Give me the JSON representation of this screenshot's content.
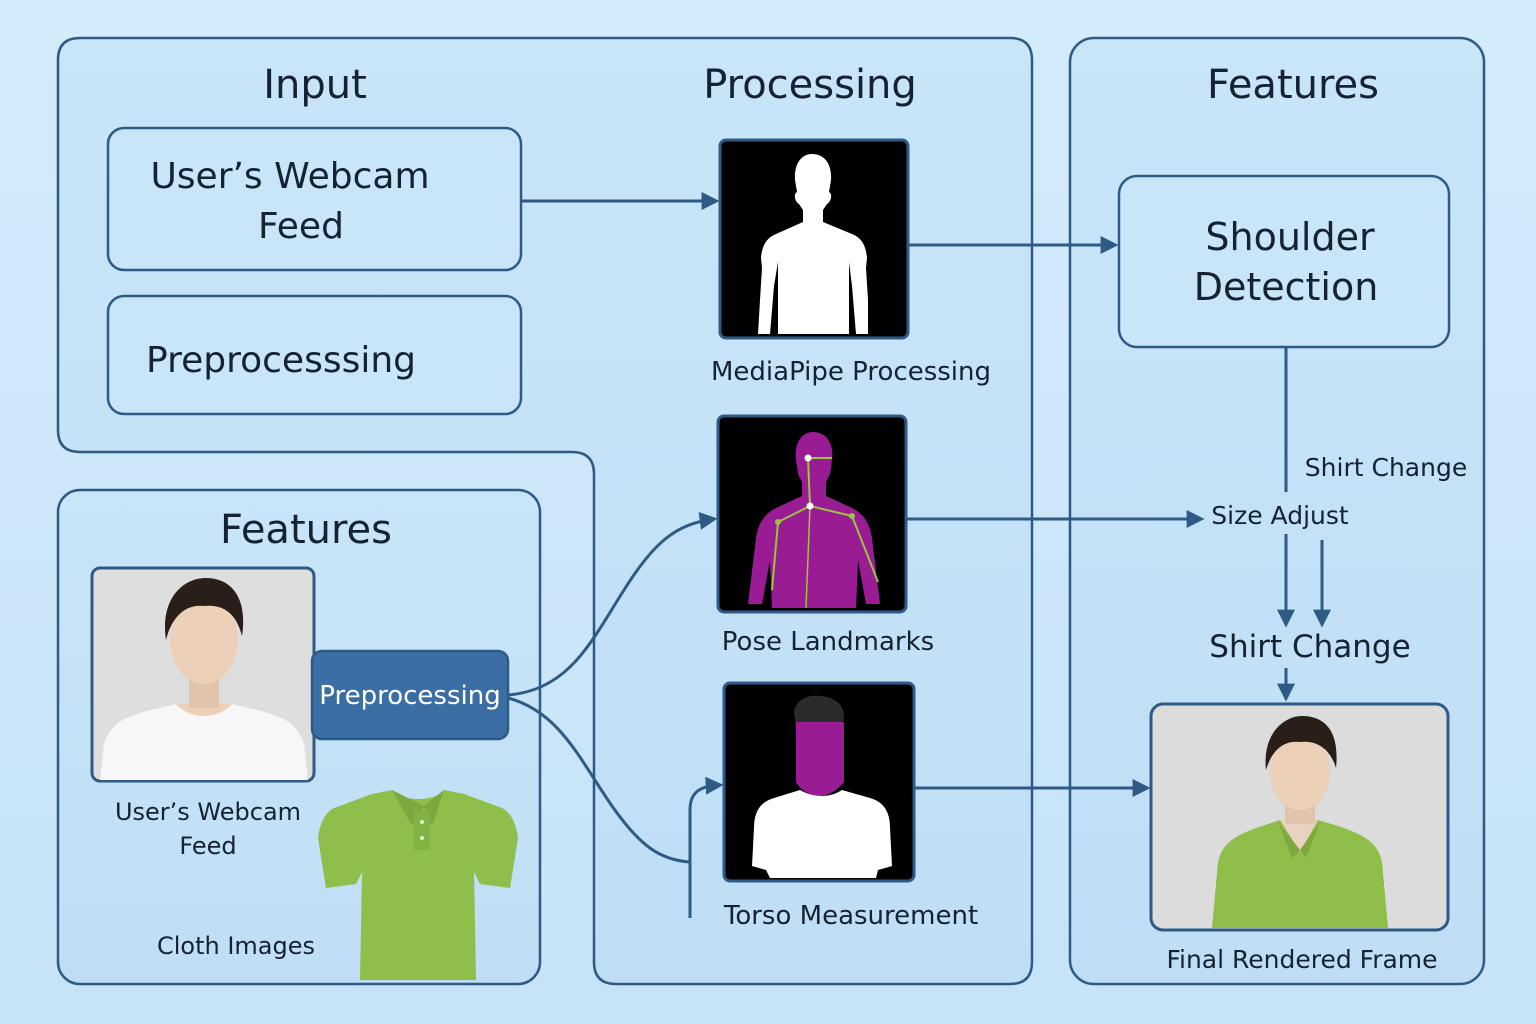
{
  "colors": {
    "background": "#cfe7f9",
    "panel_fill": "#c5e2f7",
    "border": "#2e5a86",
    "accent_button": "#3a6ea5",
    "shirt_green": "#8fbe4a",
    "landmark_purple": "#9a1c95"
  },
  "sections": {
    "input_title": "Input",
    "processing_title": "Processing",
    "features_title_right": "Features",
    "features_title_left": "Features"
  },
  "input": {
    "webcam_box": {
      "line1": "User’s Webcam",
      "line2": "Feed"
    },
    "preprocessing_box": "Preprocesssing"
  },
  "processing": {
    "mediapipe_label": "MediaPipe Processing",
    "pose_label": "Pose Landmarks",
    "torso_label": "Torso Measurement"
  },
  "features_right": {
    "shoulder_box": {
      "line1": "Shoulder",
      "line2": "Detection"
    },
    "shirt_change_small": "Shirt Change",
    "size_adjust": "Size Adjust",
    "shirt_change": "Shirt Change",
    "final_label": "Final Rendered Frame"
  },
  "features_left": {
    "webcam_label": {
      "line1": "User’s Webcam",
      "line2": "Feed"
    },
    "preprocessing_button": "Preprocessing",
    "cloth_label": "Cloth Images"
  },
  "icons": [
    "person-silhouette-icon",
    "pose-landmarks-icon",
    "torso-mask-icon",
    "user-photo-icon",
    "green-polo-shirt-icon",
    "final-frame-photo-icon",
    "arrow-icon"
  ]
}
